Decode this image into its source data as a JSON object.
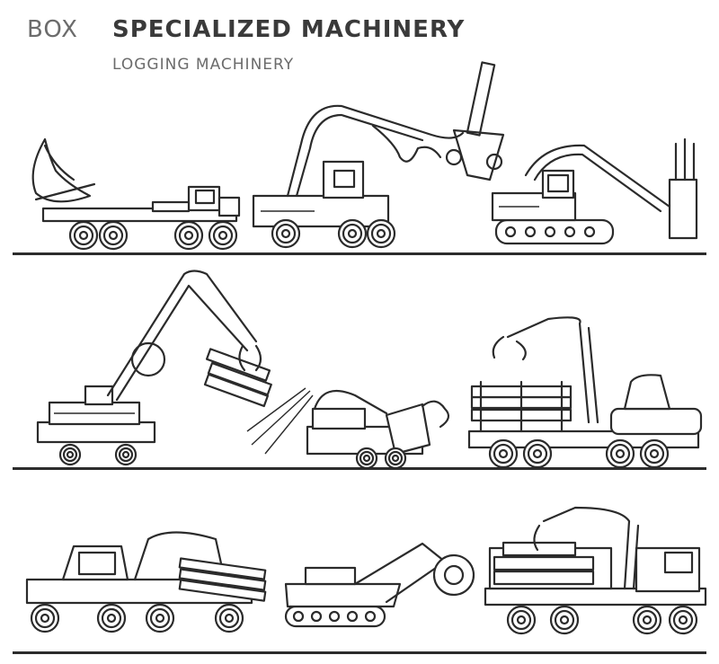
{
  "header": {
    "box_label": "BOX",
    "title": "SPECIALIZED MACHINERY",
    "subtitle": "LOGGING MACHINERY"
  },
  "colors": {
    "line": "#2b2b2b",
    "box_text": "#6b6b6b",
    "title_text": "#3a3a3a",
    "background": "#ffffff"
  },
  "machines": [
    {
      "name": "log-truck-with-dish-trailer"
    },
    {
      "name": "tracked-harvester-with-boom"
    },
    {
      "name": "excavator-feller-buncher"
    },
    {
      "name": "wheeled-log-loader"
    },
    {
      "name": "wood-chipper"
    },
    {
      "name": "forwarder-with-crane"
    },
    {
      "name": "skidder"
    },
    {
      "name": "tracked-stump-grinder"
    },
    {
      "name": "crane-log-truck"
    }
  ]
}
